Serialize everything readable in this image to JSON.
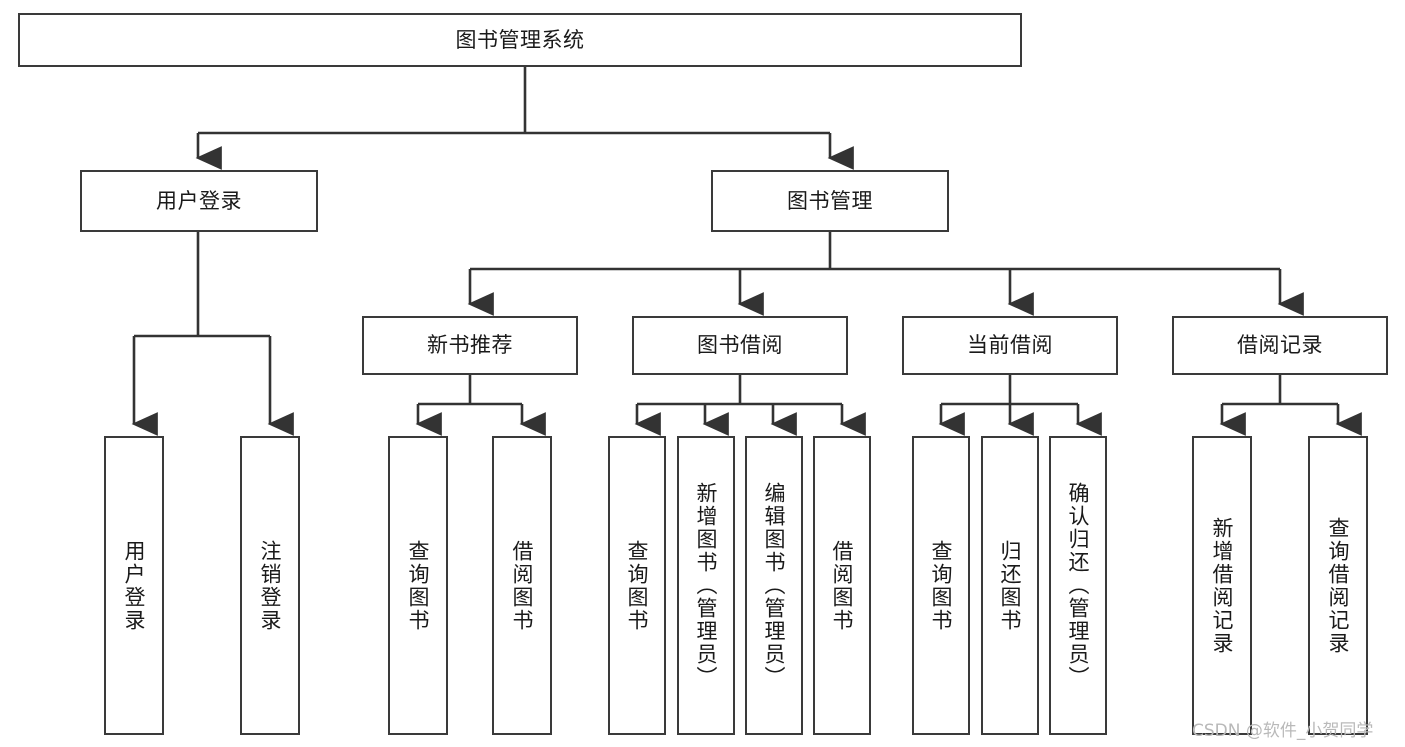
{
  "diagram": {
    "title": "图书管理系统",
    "watermark": "CSDN @软件_小贺同学",
    "colors": {
      "box_border": "#3a3a3a",
      "box_fill": "#ffffff",
      "edge": "#333333",
      "text": "#1a1a1a",
      "watermark": "#b9b9b9",
      "background": "#ffffff"
    },
    "nodes": {
      "root": {
        "label": "图书管理系统"
      },
      "level1": [
        {
          "id": "user-login",
          "label": "用户登录"
        },
        {
          "id": "book-manage",
          "label": "图书管理"
        }
      ],
      "level2": [
        {
          "id": "new-book-recommend",
          "label": "新书推荐"
        },
        {
          "id": "book-borrow",
          "label": "图书借阅"
        },
        {
          "id": "current-borrow",
          "label": "当前借阅"
        },
        {
          "id": "borrow-record",
          "label": "借阅记录"
        }
      ],
      "leaves": {
        "user_login": [
          {
            "id": "leaf-user-login",
            "label": "用户登录"
          },
          {
            "id": "leaf-logout-login",
            "label": "注销登录"
          }
        ],
        "new_book_recommend": [
          {
            "id": "leaf-query-book-1",
            "label": "查询图书"
          },
          {
            "id": "leaf-borrow-book-1",
            "label": "借阅图书"
          }
        ],
        "book_borrow": [
          {
            "id": "leaf-query-book-2",
            "label": "查询图书"
          },
          {
            "id": "leaf-add-book",
            "label": "新增图书（管理员）"
          },
          {
            "id": "leaf-edit-book",
            "label": "编辑图书（管理员）"
          },
          {
            "id": "leaf-borrow-book-2",
            "label": "借阅图书"
          }
        ],
        "current_borrow": [
          {
            "id": "leaf-query-book-3",
            "label": "查询图书"
          },
          {
            "id": "leaf-return-book",
            "label": "归还图书"
          },
          {
            "id": "leaf-confirm-return",
            "label": "确认归还（管理员）"
          }
        ],
        "borrow_record": [
          {
            "id": "leaf-add-record",
            "label": "新增借阅记录"
          },
          {
            "id": "leaf-query-record",
            "label": "查询借阅记录"
          }
        ]
      }
    }
  }
}
